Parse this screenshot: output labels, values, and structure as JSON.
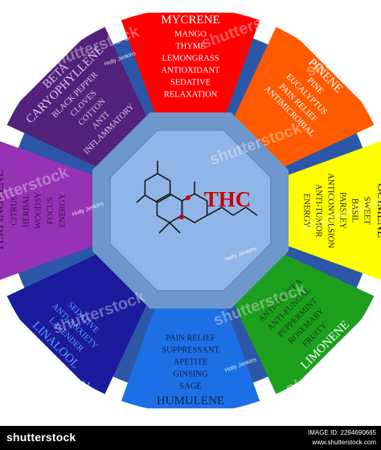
{
  "center": {
    "label": "THC",
    "label_color": "#cc0000"
  },
  "segments": [
    {
      "id": "mycrene",
      "title": "MYCRENE",
      "items": [
        "MANGO",
        "THYME",
        "LEMONGRASS",
        "ANTIOXIDANT",
        "SEDATIVE",
        "RELAXATION"
      ],
      "color": "#ff0000",
      "text_color": "#ffffff",
      "title_color": "#ffffff"
    },
    {
      "id": "pinene",
      "title": "PINENE",
      "items": [
        "PINE",
        "EUCALYPTUS",
        "PAIN RELIEF",
        "ANTIMICROBIAL"
      ],
      "color": "#ff5a00",
      "text_color": "#ffffff",
      "title_color": "#ffffff"
    },
    {
      "id": "ocimene",
      "title": "OCIMENE",
      "items": [
        "SWEET",
        "BASIL",
        "PARSLEY",
        "ANTICONVULSION",
        "ANTI-TUMOR",
        "ENERGY"
      ],
      "color": "#ffff00",
      "text_color": "#111111",
      "title_color": "#111111"
    },
    {
      "id": "limonene",
      "title": "LIMONENE",
      "items": [
        "FRUITY",
        "ROSEMARY",
        "PEPPERMINT",
        "ANTI-FUNGAL",
        "ANTI-NAUSEA"
      ],
      "color": "#1c9f1c",
      "text_color": "#123d12",
      "title_color": "#ffffff"
    },
    {
      "id": "humulene",
      "title": "HUMULENE",
      "items": [
        "SAGE",
        "GINSING",
        "APETITE",
        "SUPPRESSANT",
        "PAIN RELIEF"
      ],
      "color": "#1d6fe6",
      "text_color": "#0a1f4a",
      "title_color": "#0a1f4a"
    },
    {
      "id": "linalool",
      "title": "LINALOOL",
      "items": [
        "LAVENDER",
        "ANTI-ANXIETY",
        "SEDATIVE"
      ],
      "color": "#1a1a9c",
      "text_color": "#5b9cff",
      "title_color": "#5b9cff"
    },
    {
      "id": "terpinolene",
      "title": "TERPINOLENE",
      "items": [
        "CITRUS",
        "HERBAL",
        "WOODSY",
        "FOCUS",
        "ENERGY"
      ],
      "color": "#9632b4",
      "text_color": "#3a0a4e",
      "title_color": "#3a0a4e"
    },
    {
      "id": "beta-caryophyllene",
      "title": "BETA CARYOPHYLLENE",
      "title_lines": [
        "BETA",
        "CARYOPHYLLENE"
      ],
      "items": [
        "BLACK PEPPER",
        "CLOVES",
        "COTTON",
        "ANTI",
        "INFLAMMATORY"
      ],
      "color": "#52227a",
      "text_color": "#d9c5ef",
      "title_color": "#d9c5ef"
    }
  ],
  "watermarks": {
    "text": "shutterstock",
    "credit": "Holly Jenkins"
  },
  "footer": {
    "brand": "shutterstock",
    "image_id": "IMAGE ID: 2294690665",
    "site": "www.shutterstock.com"
  },
  "colors": {
    "wheel_ring": "#2c57a8",
    "hub_outer": "#6e98cc",
    "hub_inner": "#8fb6e6",
    "molecule": "#1a1a1a",
    "atom_red": "#cc0000"
  }
}
